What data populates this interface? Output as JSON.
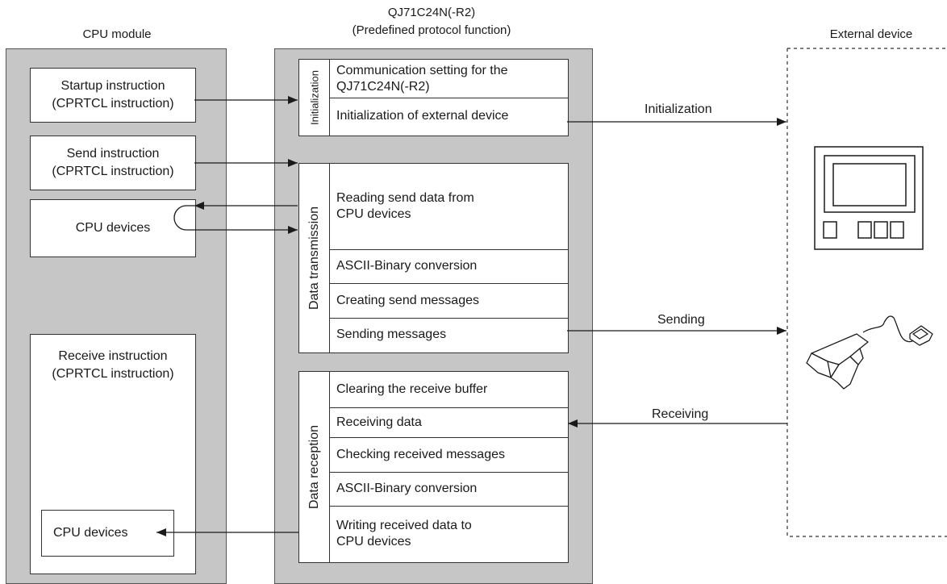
{
  "headers": {
    "cpu_module": "CPU module",
    "qj_line1": "QJ71C24N(-R2)",
    "qj_line2": "(Predefined protocol function)",
    "external": "External device"
  },
  "cpu": {
    "startup": "Startup instruction\n(CPRTCL instruction)",
    "send": "Send instruction\n(CPRTCL instruction)",
    "devices_top": "CPU devices",
    "receive": "Receive instruction\n(CPRTCL instruction)",
    "devices_bottom": "CPU devices"
  },
  "init": {
    "label": "Initialization",
    "rows": [
      "Communication setting for the\nQJ71C24N(-R2)",
      "Initialization of external device"
    ]
  },
  "transmission": {
    "label": "Data transmission",
    "rows": [
      "Reading send data from\nCPU devices",
      "ASCII-Binary conversion",
      "Creating send messages",
      "Sending messages"
    ]
  },
  "reception": {
    "label": "Data reception",
    "rows": [
      "Clearing the receive buffer",
      "Receiving data",
      "Checking received messages",
      "ASCII-Binary conversion",
      "Writing received data to\nCPU devices"
    ]
  },
  "flows": {
    "initialization": "Initialization",
    "sending": "Sending",
    "receiving": "Receiving"
  },
  "icons": [
    "display-panel-icon",
    "barcode-scanner-icon"
  ],
  "colors": {
    "panel": "#c6c6c6",
    "line": "#333333"
  }
}
